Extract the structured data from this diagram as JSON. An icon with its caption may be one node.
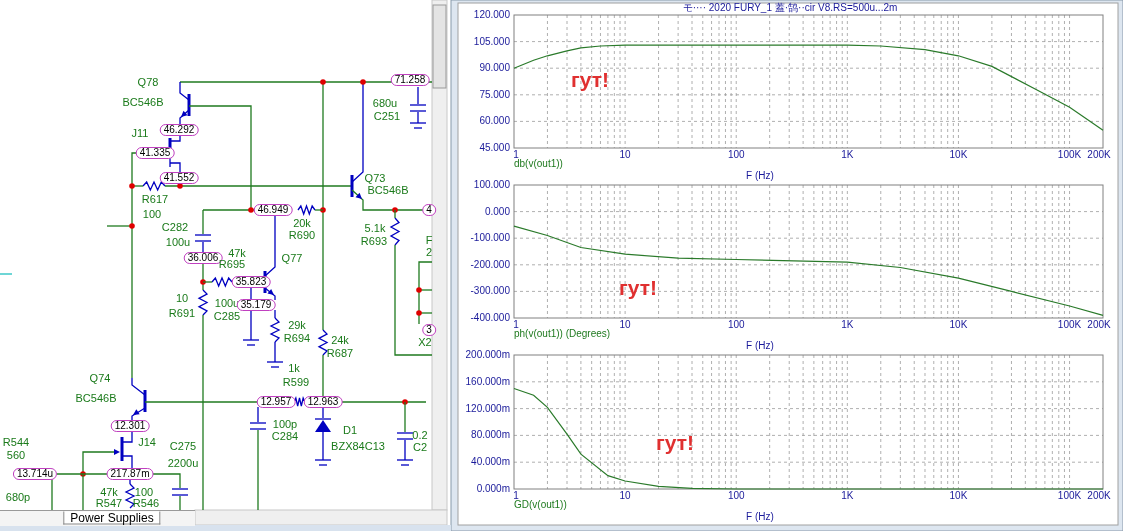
{
  "diagram": {
    "labels": [
      "モ···· 2020 FURY_1 蓋·鹄··cir V8.RS=500u...2m",
      "Q78",
      "71.258",
      "BC546B",
      "680u",
      "C251",
      "J11",
      "46.292",
      "41.335",
      "41.552",
      "Q73",
      "BC546B",
      "R617",
      "100",
      "46.949",
      "4",
      "C282",
      "20k",
      "5.1k",
      "100u",
      "R690",
      "R693",
      "F",
      "36.006",
      "47k",
      "Q77",
      "2",
      "R695",
      "35.823",
      "10",
      "100u",
      "35.179",
      "R691",
      "C285",
      "29k",
      "3",
      "R694",
      "24k",
      "X2",
      "R687",
      "1k",
      "Q74",
      "R599",
      "BC546B",
      "12.957",
      "12.963",
      "12.301",
      "100p",
      "C284",
      "D1",
      "0.2",
      "R544",
      "J14",
      "C275",
      "BZX84C13",
      "C2",
      "560",
      "2200u",
      "13.714u",
      "217.87m",
      "680p",
      "47k",
      "100",
      "R547",
      "R546",
      "Power Supplies",
      "120.000",
      "105.000",
      "90.000",
      "75.000",
      "60.000",
      "45.000",
      "1",
      "10",
      "100",
      "1K",
      "10K",
      "100K",
      "200K",
      "db(v(out1))",
      "F (Hz)",
      "гут!",
      "100.000",
      "0.000",
      "-100.000",
      "-200.000",
      "-300.000",
      "-400.000",
      "1",
      "10",
      "100",
      "1K",
      "10K",
      "100K",
      "200K",
      "ph(v(out1)) (Degrees)",
      "F (Hz)",
      "гут!",
      "200.000m",
      "160.000m",
      "120.000m",
      "80.000m",
      "40.000m",
      "0.000m",
      "1",
      "10",
      "100",
      "1K",
      "10K",
      "100K",
      "200K",
      "GD(v(out1))",
      "F (Hz)",
      "гут!"
    ]
  }
}
